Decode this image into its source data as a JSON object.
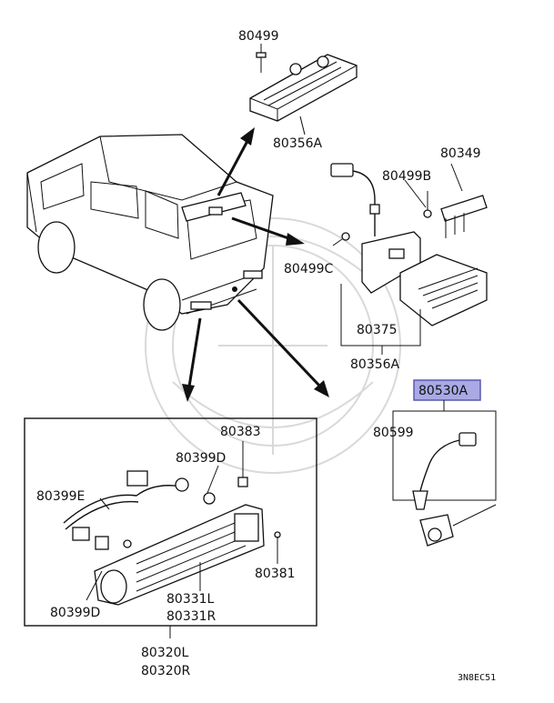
{
  "labels": {
    "p80499": "80499",
    "p80356A_top": "80356A",
    "p80349": "80349",
    "p80499B": "80499B",
    "p80499C": "80499C",
    "p80375": "80375",
    "p80356A_bottom": "80356A",
    "p80530A": "80530A",
    "p80599": "80599",
    "p80383": "80383",
    "p80399D_top": "80399D",
    "p80399E": "80399E",
    "p80381": "80381",
    "p80399D_bottom": "80399D",
    "p80331L": "80331L",
    "p80331R": "80331R",
    "p80320L": "80320L",
    "p80320R": "80320R",
    "diagram_code": "3N8EC51"
  },
  "colors": {
    "highlight_fill": "#a9a9e6",
    "highlight_stroke": "#5a5aa8",
    "line": "#111111"
  }
}
